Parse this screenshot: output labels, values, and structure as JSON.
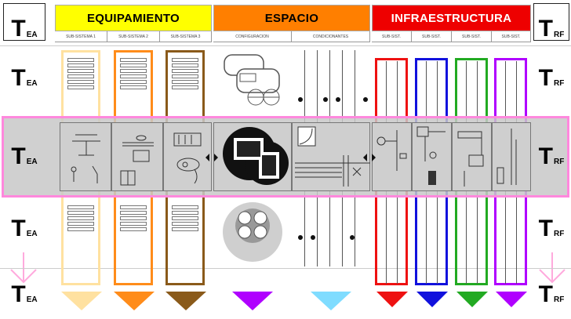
{
  "headers": {
    "left": {
      "letter": "T",
      "sub": "EA"
    },
    "right": {
      "letter": "T",
      "sub": "RF"
    },
    "groups": [
      {
        "label": "EQUIPAMIENTO",
        "color": "#ffff00"
      },
      {
        "label": "ESPACIO",
        "color": "#ff7f00"
      },
      {
        "label": "INFRAESTRUCTURA",
        "color": "#ee0000"
      }
    ]
  },
  "subheaders": [
    "SUB-SISTEMA 1",
    "SUB-SISTEMA 2",
    "SUB-SISTEMA 3",
    "CONFIGURACION",
    "CONDICIONANTES",
    "SUB-SIST.",
    "SUB-SIST.",
    "SUB-SIST.",
    "SUB-SIST."
  ],
  "row_labels": {
    "left": [
      {
        "letter": "T",
        "sub": "EA"
      },
      {
        "letter": "T",
        "sub": "EA"
      },
      {
        "letter": "T",
        "sub": "EA"
      },
      {
        "letter": "T",
        "sub": "EA"
      }
    ],
    "right": [
      {
        "letter": "T",
        "sub": "RF"
      },
      {
        "letter": "T",
        "sub": "RF"
      },
      {
        "letter": "T",
        "sub": "RF"
      },
      {
        "letter": "T",
        "sub": "RF"
      }
    ]
  },
  "colors": {
    "equip1": "#ffe1a0",
    "equip2": "#ff8c1a",
    "equip3": "#8a5a1a",
    "config": "#b000ff",
    "cond": "#7fdcff",
    "infra1": "#ee1111",
    "infra2": "#1111dd",
    "infra3": "#22aa22",
    "infra4": "#b000ff",
    "highlight": "#ff88dd",
    "arrow_pink": "#ffaadd"
  }
}
